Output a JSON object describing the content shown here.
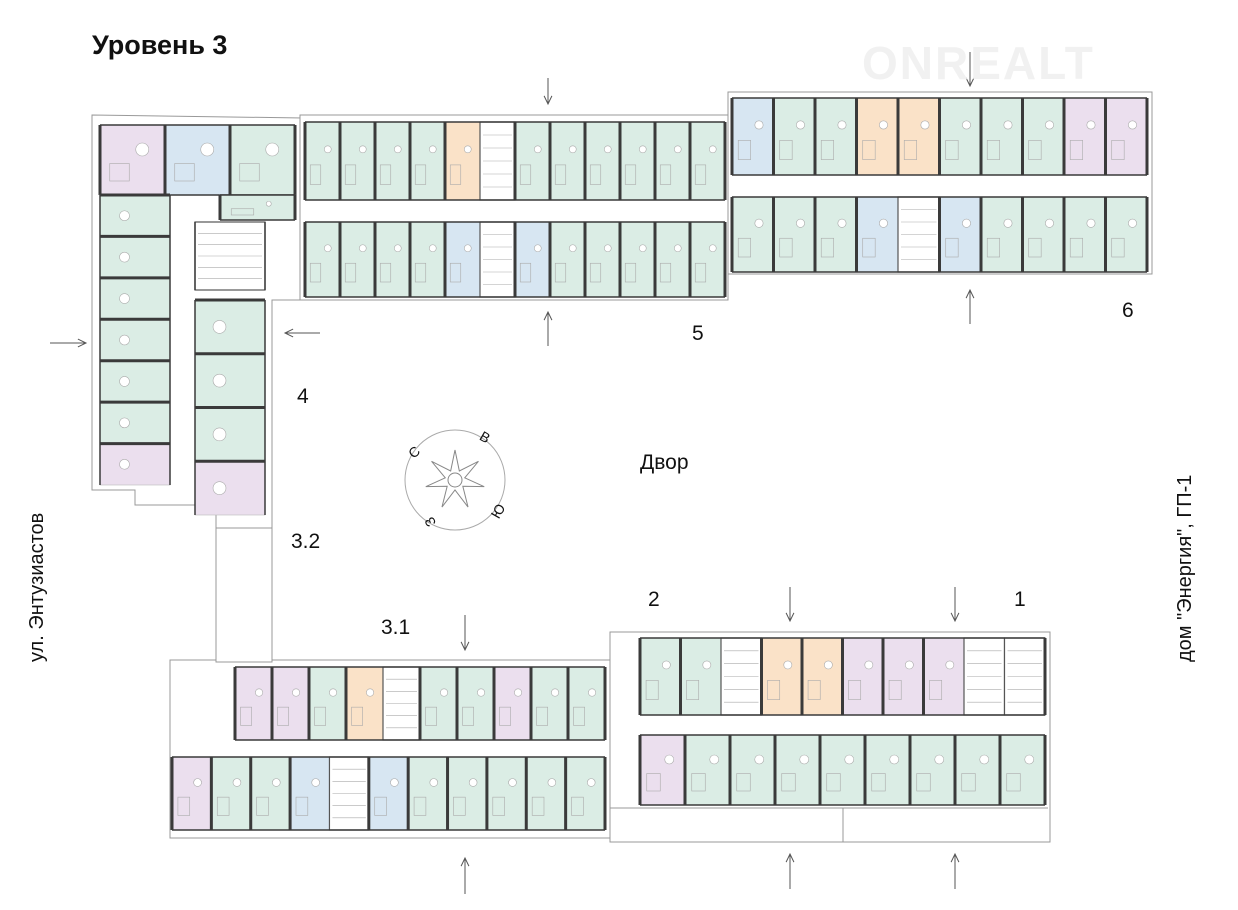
{
  "title": "Уровень 3",
  "watermark": "ONREALT",
  "courtyard_label": "Двор",
  "street_label": "ул. Энтузиастов",
  "neighbor_label": "дом \"Энергия\", ГП-1",
  "sections": [
    {
      "id": "1",
      "label": "1"
    },
    {
      "id": "2",
      "label": "2"
    },
    {
      "id": "3.1",
      "label": "3.1"
    },
    {
      "id": "3.2",
      "label": "3.2"
    },
    {
      "id": "4",
      "label": "4"
    },
    {
      "id": "5",
      "label": "5"
    },
    {
      "id": "6",
      "label": "6"
    }
  ],
  "compass": {
    "north": "С",
    "east": "В",
    "south": "Ю",
    "west": "З"
  },
  "unit_colors": {
    "studio": "#d7e6f2",
    "one_room": "#fae2c8",
    "two_room": "#dbede5",
    "three_room": "#ebdfee",
    "wall": "#3a3a3a"
  }
}
